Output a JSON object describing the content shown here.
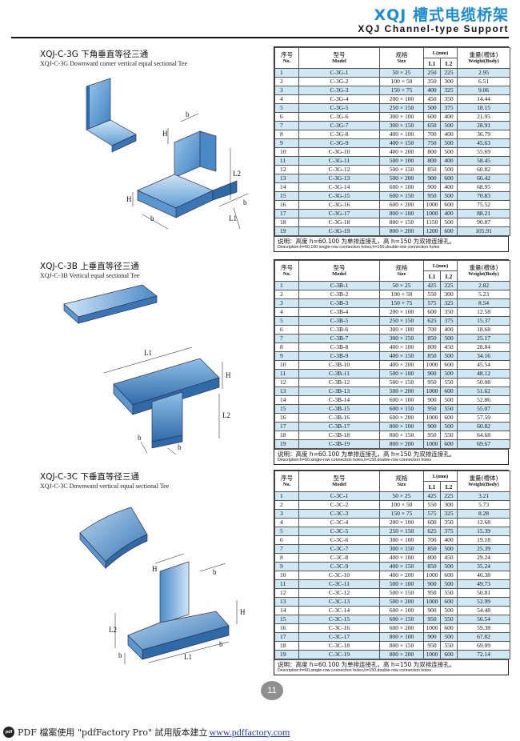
{
  "header": {
    "title": "XQJ 槽式电缆桥架",
    "subtitle": "XQJ Channel-type Support"
  },
  "sections": [
    {
      "title": "XQJ-C-3G 下角垂直等径三通",
      "subtitle": "XQJ-C-3G Downward corner vertical equal sectional Tee",
      "diagram_labels": [
        "H",
        "b",
        "L2",
        "H",
        "b",
        "L1",
        "b"
      ],
      "table": {
        "headers": {
          "no": {
            "zh": "序号",
            "en": "No."
          },
          "model": {
            "zh": "型号",
            "en": "Model"
          },
          "size": {
            "zh": "规格",
            "en": "Size"
          },
          "l_group": {
            "zh": "L(mm)",
            "sub1": "L1",
            "sub2": "L2"
          },
          "weight": {
            "zh": "重量(槽体)",
            "en": "Weight(Body)"
          }
        },
        "rows": [
          [
            "1",
            "C-3G-1",
            "50 × 25",
            "250",
            "225",
            "2.95"
          ],
          [
            "2",
            "C-3G-2",
            "100 × 50",
            "350",
            "300",
            "6.51"
          ],
          [
            "3",
            "C-3G-3",
            "150 × 75",
            "400",
            "325",
            "9.06"
          ],
          [
            "4",
            "C-3G-4",
            "200 × 100",
            "450",
            "350",
            "14.44"
          ],
          [
            "5",
            "C-3G-5",
            "250 × 150",
            "500",
            "375",
            "18.15"
          ],
          [
            "6",
            "C-3G-6",
            "300 × 100",
            "600",
            "400",
            "21.95"
          ],
          [
            "7",
            "C-3G-7",
            "300 × 150",
            "650",
            "500",
            "28.91"
          ],
          [
            "8",
            "C-3G-8",
            "400 × 100",
            "700",
            "400",
            "36.79"
          ],
          [
            "9",
            "C-3G-9",
            "400 × 150",
            "750",
            "500",
            "45.63"
          ],
          [
            "10",
            "C-3G-10",
            "400 × 200",
            "800",
            "500",
            "55.69"
          ],
          [
            "11",
            "C-3G-11",
            "500 × 100",
            "800",
            "400",
            "58.45"
          ],
          [
            "12",
            "C-3G-12",
            "500 × 150",
            "850",
            "500",
            "60.82"
          ],
          [
            "13",
            "C-3G-13",
            "500 × 200",
            "900",
            "600",
            "66.42"
          ],
          [
            "14",
            "C-3G-14",
            "600 × 100",
            "900",
            "400",
            "68.95"
          ],
          [
            "15",
            "C-3G-15",
            "600 × 150",
            "950",
            "500",
            "70.83"
          ],
          [
            "16",
            "C-3G-16",
            "600 × 200",
            "1000",
            "600",
            "75.52"
          ],
          [
            "17",
            "C-3G-17",
            "800 × 100",
            "1000",
            "400",
            "88.21"
          ],
          [
            "18",
            "C-3G-18",
            "800 × 150",
            "1150",
            "500",
            "90.87"
          ],
          [
            "19",
            "C-3G-19",
            "800 × 200",
            "1200",
            "600",
            "105.91"
          ]
        ],
        "note_zh": "说明：高度 h=60.100 为单排连接孔，高 h=150 为双排连接孔。",
        "note_en": "Description:h=60,100 single-row connection holes,h=150,double-row connection holes"
      }
    },
    {
      "title": "XQJ-C-3B 上垂直等径三通",
      "subtitle": "XQJ-C-3B Vertical equal sectional Tee",
      "diagram_labels": [
        "L1",
        "H",
        "L2",
        "b",
        "b"
      ],
      "table": {
        "headers": {
          "no": {
            "zh": "序号",
            "en": "No."
          },
          "model": {
            "zh": "型号",
            "en": "Model"
          },
          "size": {
            "zh": "规格",
            "en": "Size"
          },
          "l_group": {
            "zh": "L(mm)",
            "sub1": "L1",
            "sub2": "L2"
          },
          "weight": {
            "zh": "重量(槽体)",
            "en": "Weight(Body)"
          }
        },
        "rows": [
          [
            "1",
            "C-3B-1",
            "50 × 25",
            "425",
            "225",
            "2.82"
          ],
          [
            "2",
            "C-3B-2",
            "100 × 50",
            "550",
            "300",
            "5.23"
          ],
          [
            "3",
            "C-3B-3",
            "150 × 75",
            "575",
            "325",
            "8.54"
          ],
          [
            "4",
            "C-3B-4",
            "200 × 100",
            "600",
            "350",
            "12.58"
          ],
          [
            "5",
            "C-3B-5",
            "250 × 150",
            "625",
            "375",
            "15.37"
          ],
          [
            "6",
            "C-3B-6",
            "300 × 100",
            "700",
            "400",
            "18.68"
          ],
          [
            "7",
            "C-3B-7",
            "300 × 150",
            "850",
            "500",
            "25.17"
          ],
          [
            "8",
            "C-3B-8",
            "400 × 100",
            "800",
            "450",
            "28.84"
          ],
          [
            "9",
            "C-3B-9",
            "400 × 150",
            "850",
            "500",
            "34.16"
          ],
          [
            "10",
            "C-3B-10",
            "400 × 200",
            "1000",
            "600",
            "45.54"
          ],
          [
            "11",
            "C-3B-11",
            "500 × 100",
            "900",
            "500",
            "48.12"
          ],
          [
            "12",
            "C-3B-12",
            "500 × 150",
            "950",
            "550",
            "50.08"
          ],
          [
            "13",
            "C-3B-13",
            "500 × 200",
            "1000",
            "600",
            "51.62"
          ],
          [
            "14",
            "C-3B-14",
            "600 × 100",
            "900",
            "500",
            "52.86"
          ],
          [
            "15",
            "C-3B-15",
            "600 × 150",
            "950",
            "550",
            "55.07"
          ],
          [
            "16",
            "C-3B-16",
            "600 × 200",
            "1000",
            "600",
            "57.59"
          ],
          [
            "17",
            "C-3B-17",
            "800 × 100",
            "900",
            "500",
            "60.82"
          ],
          [
            "18",
            "C-3B-18",
            "800 × 150",
            "950",
            "550",
            "64.68"
          ],
          [
            "19",
            "C-3B-19",
            "800 × 200",
            "1000",
            "600",
            "69.67"
          ]
        ],
        "note_zh": "说明：高度 h=60.100 为单排连接孔，高 h=150 为双排连接孔。",
        "note_en": "Description:h=60,single-row connection holes,h=150,double-row connection holes"
      }
    },
    {
      "title": "XQJ-C-3C 下垂直等径三通",
      "subtitle": "XQJ-C-3C Downward vertical equal sectional Tee",
      "diagram_labels": [
        "H",
        "b",
        "L2",
        "H",
        "b",
        "L1",
        "b"
      ],
      "table": {
        "headers": {
          "no": {
            "zh": "序号",
            "en": "No."
          },
          "model": {
            "zh": "型号",
            "en": "Model"
          },
          "size": {
            "zh": "规格",
            "en": "Size"
          },
          "l_group": {
            "zh": "L(mm)",
            "sub1": "L1",
            "sub2": "L2"
          },
          "weight": {
            "zh": "重量(槽体)",
            "en": "Weight(Body)"
          }
        },
        "rows": [
          [
            "1",
            "C-3C-1",
            "50 × 25",
            "425",
            "225",
            "3.21"
          ],
          [
            "2",
            "C-3C-2",
            "100 × 50",
            "550",
            "300",
            "5.73"
          ],
          [
            "3",
            "C-3C-3",
            "150 × 75",
            "575",
            "325",
            "8.28"
          ],
          [
            "4",
            "C-3C-4",
            "200 × 100",
            "600",
            "350",
            "12.68"
          ],
          [
            "5",
            "C-3C-5",
            "250 × 150",
            "625",
            "375",
            "15.39"
          ],
          [
            "6",
            "C-3C-6",
            "300 × 100",
            "700",
            "400",
            "19.18"
          ],
          [
            "7",
            "C-3C-7",
            "300 × 150",
            "850",
            "500",
            "25.39"
          ],
          [
            "8",
            "C-3C-8",
            "400 × 100",
            "800",
            "450",
            "29.24"
          ],
          [
            "9",
            "C-3C-9",
            "400 × 150",
            "850",
            "500",
            "35.24"
          ],
          [
            "10",
            "C-3C-10",
            "400 × 200",
            "1000",
            "600",
            "46.38"
          ],
          [
            "11",
            "C-3C-11",
            "500 × 100",
            "900",
            "500",
            "49.73"
          ],
          [
            "12",
            "C-3C-12",
            "500 × 150",
            "950",
            "550",
            "50.81"
          ],
          [
            "13",
            "C-3C-13",
            "500 × 200",
            "1000",
            "600",
            "52.99"
          ],
          [
            "14",
            "C-3C-14",
            "600 × 100",
            "900",
            "500",
            "54.48"
          ],
          [
            "15",
            "C-3C-15",
            "600 × 150",
            "950",
            "550",
            "56.54"
          ],
          [
            "16",
            "C-3C-16",
            "600 × 200",
            "1000",
            "600",
            "59.38"
          ],
          [
            "17",
            "C-3C-17",
            "800 × 100",
            "900",
            "500",
            "67.82"
          ],
          [
            "18",
            "C-3C-18",
            "800 × 150",
            "950",
            "550",
            "69.09"
          ],
          [
            "19",
            "C-3C-19",
            "800 × 200",
            "1000",
            "600",
            "72.14"
          ]
        ],
        "note_zh": "说明：高度 h=60.100 为单排连接孔，高 h=150 为双排连接孔。",
        "note_en": "Description:h=60,single-row connection holes,h=150,double-row connection holes"
      }
    }
  ],
  "page_number": "11",
  "footer": {
    "logo": "pdf",
    "text": "PDF 檔案使用 \"pdfFactory Pro\" 試用版本建立",
    "link": "www.pdffactory.com"
  },
  "colors": {
    "title_blue": "#1c8dd4",
    "row_stripe": "#cfe8f4",
    "tray_blue": "#5d9ed4",
    "link_blue": "#1a3ccf"
  }
}
